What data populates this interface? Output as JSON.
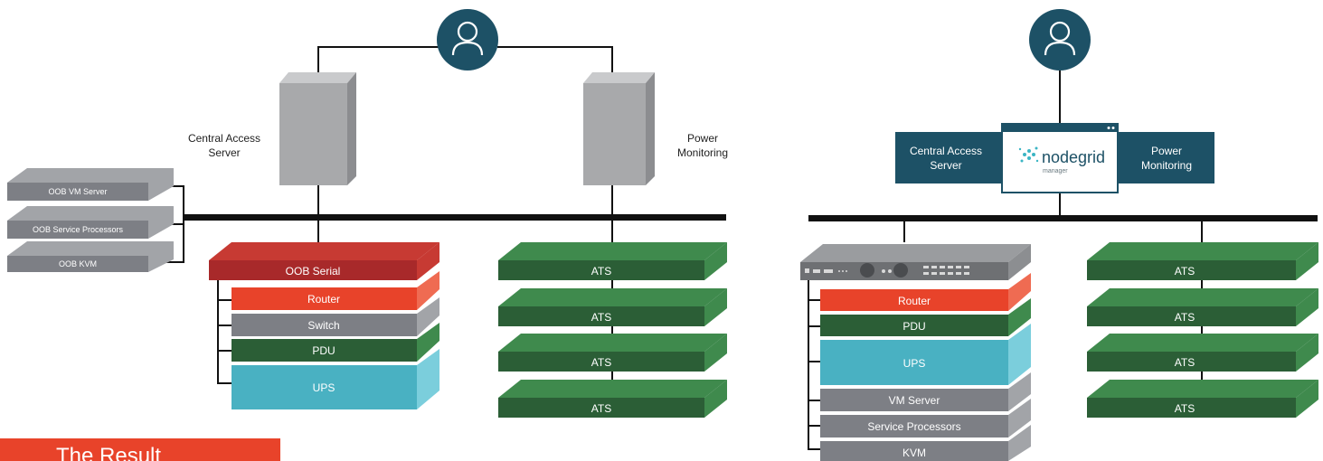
{
  "left": {
    "central_access_label": [
      "Central Access",
      "Server"
    ],
    "power_monitoring_label": [
      "Power",
      "Monitoring"
    ],
    "oob_devices": [
      "OOB VM Server",
      "OOB Service Processors",
      "OOB KVM"
    ],
    "stack": [
      "OOB Serial",
      "Router",
      "Switch",
      "PDU",
      "UPS"
    ],
    "ats": [
      "ATS",
      "ATS",
      "ATS",
      "ATS"
    ]
  },
  "right": {
    "central_access_label": [
      "Central Access",
      "Server"
    ],
    "power_monitoring_label": [
      "Power",
      "Monitoring"
    ],
    "nodegrid": {
      "brand": "nodegrid",
      "sub": "manager"
    },
    "stack": [
      "Router",
      "PDU",
      "UPS",
      "VM Server",
      "Service Processors",
      "KVM"
    ],
    "ats": [
      "ATS",
      "ATS",
      "ATS",
      "ATS"
    ]
  },
  "banner": {
    "text": "The Result"
  },
  "colors": {
    "teal": "#1d5166",
    "green": "#2b5e36",
    "green_side": "#3f8a4d",
    "red": "#e8432a",
    "dark_red": "#a8292a",
    "gray": "#7d7f85",
    "cyan": "#49b1c2",
    "cyan_side": "#7bcedc",
    "server_gray": "#a8a9ab"
  }
}
